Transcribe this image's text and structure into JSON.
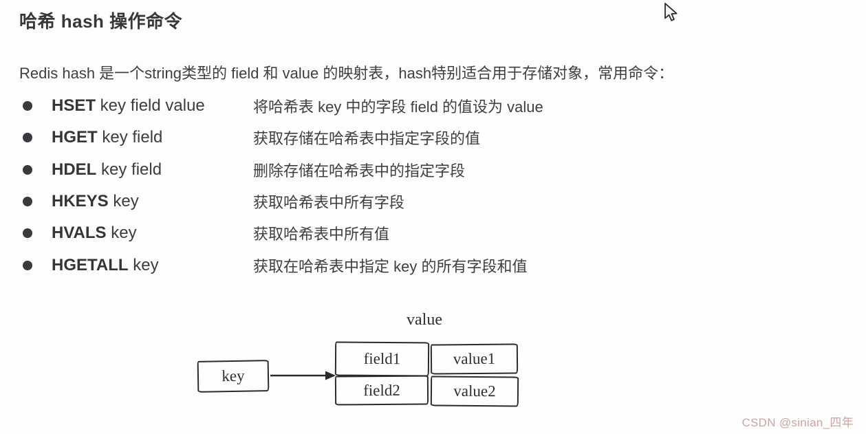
{
  "slide": {
    "title": "哈希 hash 操作命令",
    "intro": "Redis hash 是一个string类型的 field 和 value 的映射表，hash特别适合用于存储对象，常用命令：",
    "commands": [
      {
        "name": "HSET",
        "args": " key field value",
        "desc": "将哈希表 key 中的字段 field 的值设为 value"
      },
      {
        "name": "HGET",
        "args": " key field",
        "desc": "获取存储在哈希表中指定字段的值"
      },
      {
        "name": "HDEL",
        "args": " key field",
        "desc": "删除存储在哈希表中的指定字段"
      },
      {
        "name": "HKEYS",
        "args": " key",
        "desc": "获取哈希表中所有字段"
      },
      {
        "name": "HVALS",
        "args": " key",
        "desc": "获取哈希表中所有值"
      },
      {
        "name": "HGETALL",
        "args": " key",
        "desc": "获取在哈希表中指定 key 的所有字段和值"
      }
    ],
    "diagram": {
      "key_label": "key",
      "table_title": "value",
      "rows": [
        {
          "field": "field1",
          "value": "value1"
        },
        {
          "field": "field2",
          "value": "value2"
        }
      ]
    },
    "watermark": "CSDN @sinian_四年",
    "colors": {
      "background": "#fdfdfd",
      "text": "#3e3e43",
      "diagram_stroke": "#2b2b2b",
      "watermark": "#cba4a2"
    }
  }
}
